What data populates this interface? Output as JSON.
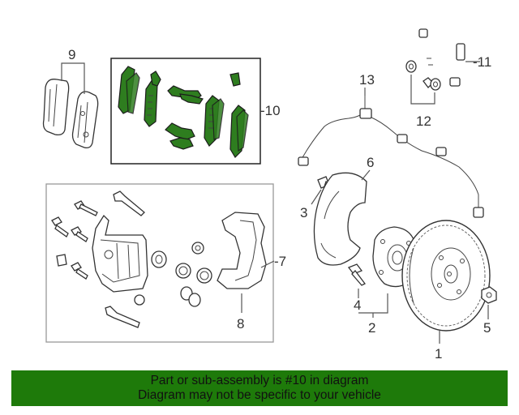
{
  "callouts": {
    "c1": "1",
    "c2": "2",
    "c3": "3",
    "c4": "4",
    "c5": "5",
    "c6": "6",
    "c7": "-7",
    "c8": "8",
    "c9": "9",
    "c10": "-10",
    "c11": "-11",
    "c12": "12",
    "c13": "13"
  },
  "banner": {
    "line1": "Part or sub-assembly is #10 in diagram",
    "line2": "Diagram may not be specific to your vehicle"
  },
  "colors": {
    "highlight": "#2e7d1f",
    "banner": "#1e7a0a"
  }
}
